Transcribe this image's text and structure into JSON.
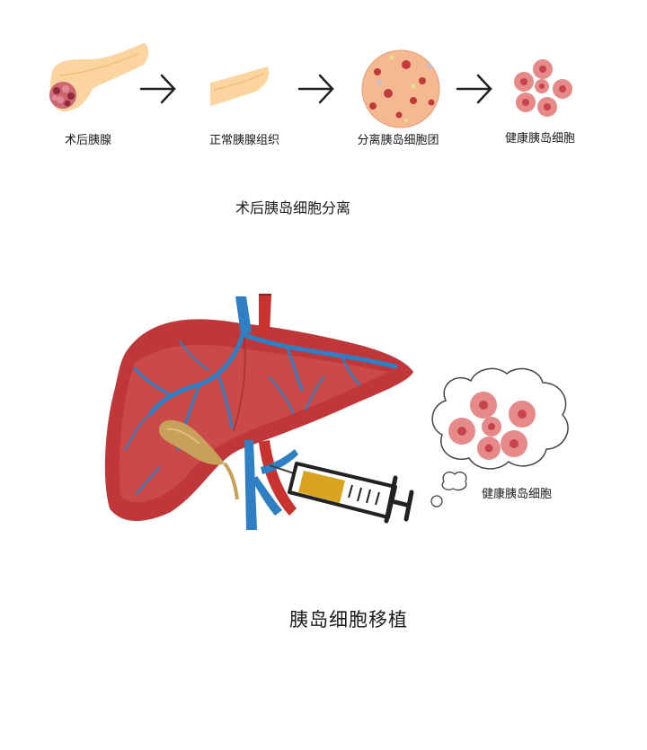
{
  "steps": [
    {
      "label": "术后胰腺"
    },
    {
      "label": "正常胰腺组织"
    },
    {
      "label": "分离胰岛细胞团"
    },
    {
      "label": "健康胰岛细胞"
    }
  ],
  "process_caption": "术后胰岛细胞分离",
  "bubble_label": "健康胰岛细胞",
  "main_title": "胰岛细胞移植",
  "colors": {
    "pancreas": "#fbd49f",
    "liver": "#c0373a",
    "vein": "#2f7fc4",
    "artery": "#c8322f",
    "cell": "#e58a88",
    "nucleus": "#c6444b",
    "syringe_fluid": "#d9a320"
  }
}
